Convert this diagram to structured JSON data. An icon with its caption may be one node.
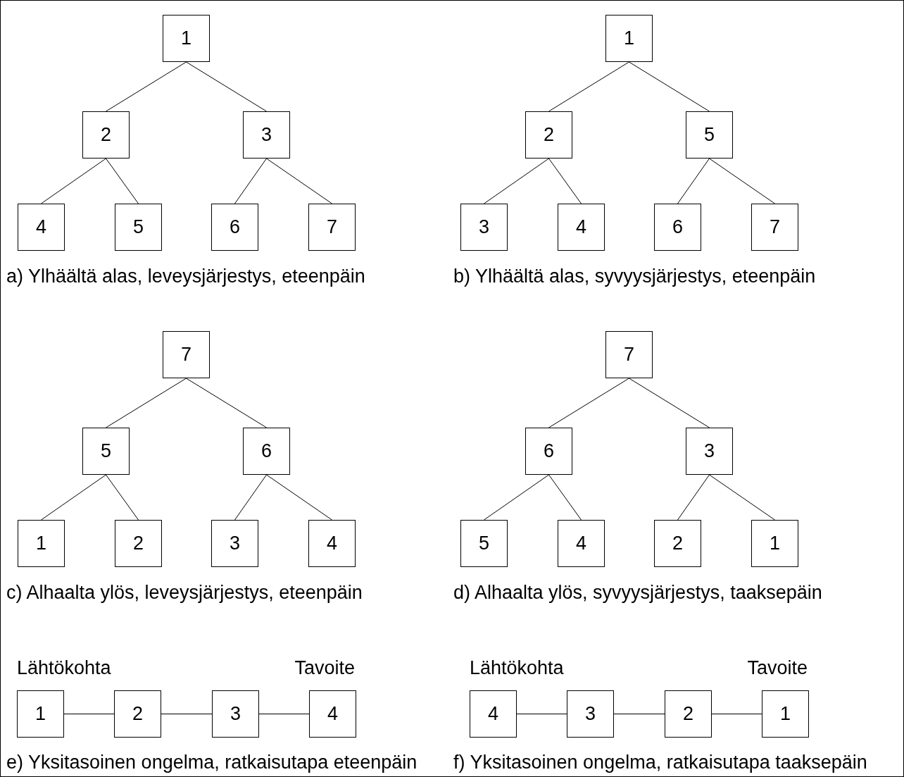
{
  "diagram": {
    "nodes": [
      {
        "text": [
          "1"
        ]
      },
      {
        "text": [
          "2"
        ]
      },
      {
        "text": [
          "3"
        ]
      },
      {
        "text": [
          "4"
        ]
      },
      {
        "text": [
          "5"
        ]
      },
      {
        "text": [
          "6"
        ]
      },
      {
        "text": [
          "7"
        ]
      },
      {
        "text": [
          "1"
        ]
      },
      {
        "text": [
          "2"
        ]
      },
      {
        "text": [
          "5"
        ]
      },
      {
        "text": [
          "3"
        ]
      },
      {
        "text": [
          "4"
        ]
      },
      {
        "text": [
          "6"
        ]
      },
      {
        "text": [
          "7"
        ]
      },
      {
        "text": [
          "7"
        ]
      },
      {
        "text": [
          "5"
        ]
      },
      {
        "text": [
          "6"
        ]
      },
      {
        "text": [
          "1"
        ]
      },
      {
        "text": [
          "2"
        ]
      },
      {
        "text": [
          "3"
        ]
      },
      {
        "text": [
          "4"
        ]
      },
      {
        "text": [
          "7"
        ]
      },
      {
        "text": [
          "6"
        ]
      },
      {
        "text": [
          "3"
        ]
      },
      {
        "text": [
          "5"
        ]
      },
      {
        "text": [
          "4"
        ]
      },
      {
        "text": [
          "2"
        ]
      },
      {
        "text": [
          "1"
        ]
      },
      {
        "text": [
          "1"
        ],
        "beside": [
          "Lähtökohta"
        ]
      },
      {
        "text": [
          "2"
        ]
      },
      {
        "text": [
          "3"
        ]
      },
      {
        "text": [
          "4"
        ],
        "beside": [
          "Tavoite"
        ]
      },
      {
        "text": [
          "4"
        ],
        "beside": [
          "Lähtökohta"
        ]
      },
      {
        "text": [
          "3"
        ]
      },
      {
        "text": [
          "2"
        ]
      },
      {
        "text": [
          "1"
        ],
        "beside": [
          "Tavoite"
        ]
      }
    ],
    "edges": [
      {
        "from": 0,
        "to": 1,
        "arrow": "none"
      },
      {
        "from": 0,
        "to": 2,
        "arrow": "none"
      },
      {
        "from": 1,
        "to": 3,
        "arrow": "none"
      },
      {
        "from": 1,
        "to": 4,
        "arrow": "none"
      },
      {
        "from": 2,
        "to": 5,
        "arrow": "none"
      },
      {
        "from": 2,
        "to": 6,
        "arrow": "none"
      },
      {
        "from": 7,
        "to": 8,
        "arrow": "none"
      },
      {
        "from": 7,
        "to": 9,
        "arrow": "none"
      },
      {
        "from": 8,
        "to": 10,
        "arrow": "none"
      },
      {
        "from": 8,
        "to": 11,
        "arrow": "none"
      },
      {
        "from": 9,
        "to": 12,
        "arrow": "none"
      },
      {
        "from": 9,
        "to": 13,
        "arrow": "none"
      },
      {
        "from": 14,
        "to": 15,
        "arrow": "none"
      },
      {
        "from": 14,
        "to": 16,
        "arrow": "none"
      },
      {
        "from": 15,
        "to": 17,
        "arrow": "none"
      },
      {
        "from": 15,
        "to": 18,
        "arrow": "none"
      },
      {
        "from": 16,
        "to": 19,
        "arrow": "none"
      },
      {
        "from": 16,
        "to": 20,
        "arrow": "none"
      },
      {
        "from": 21,
        "to": 22,
        "arrow": "none"
      },
      {
        "from": 21,
        "to": 23,
        "arrow": "none"
      },
      {
        "from": 22,
        "to": 24,
        "arrow": "none"
      },
      {
        "from": 22,
        "to": 25,
        "arrow": "none"
      },
      {
        "from": 23,
        "to": 26,
        "arrow": "none"
      },
      {
        "from": 23,
        "to": 27,
        "arrow": "none"
      },
      {
        "from": 28,
        "to": 29,
        "arrow": "none"
      },
      {
        "from": 29,
        "to": 30,
        "arrow": "none"
      },
      {
        "from": 30,
        "to": 31,
        "arrow": "none"
      },
      {
        "from": 32,
        "to": 33,
        "arrow": "none"
      },
      {
        "from": 33,
        "to": 34,
        "arrow": "none"
      },
      {
        "from": 34,
        "to": 35,
        "arrow": "none"
      }
    ],
    "labels": [
      "a) Ylhäältä alas, leveysjärjestys, eteenpäin",
      "b) Ylhäältä alas, syvyysjärjestys, eteenpäin",
      "c) Alhaalta ylös, leveysjärjestys, eteenpäin",
      "d) Alhaalta ylös, syvyysjärjestys, taaksepäin",
      "e) Yksitasoinen ongelma, ratkaisutapa eteenpäin",
      "f) Yksitasoinen ongelma, ratkaisutapa taaksepäin"
    ]
  }
}
